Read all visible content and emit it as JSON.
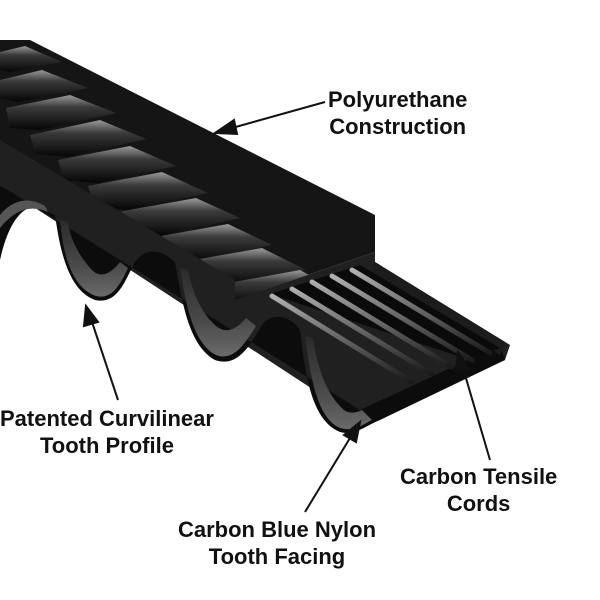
{
  "labels": {
    "polyurethane": {
      "line1": "Polyurethane",
      "line2": "Construction"
    },
    "tooth_profile": {
      "line1": "Patented Curvilinear",
      "line2": "Tooth Profile"
    },
    "tensile_cords": {
      "line1": "Carbon Tensile",
      "line2": "Cords"
    },
    "nylon_facing": {
      "line1": "Carbon Blue Nylon",
      "line2": "Tooth Facing"
    }
  },
  "colors": {
    "belt_body": "#151515",
    "belt_side": "#3a3a3a",
    "tooth_face": "#4a4a4a",
    "highlight": "#8a8a8a",
    "text": "#111111"
  }
}
